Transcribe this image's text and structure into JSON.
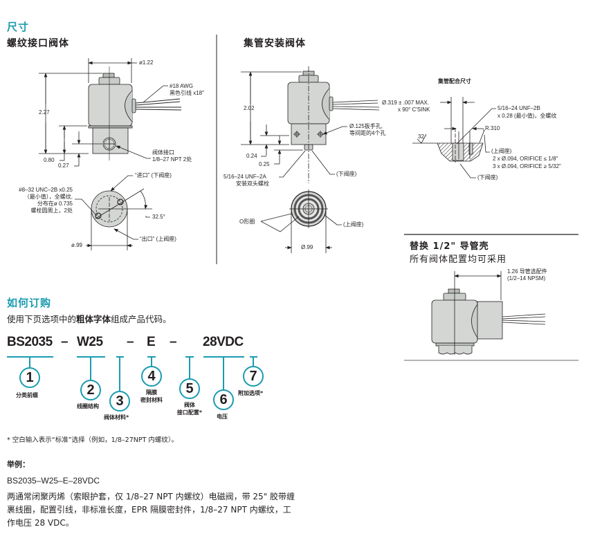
{
  "dimensions": {
    "section_title": "尺寸",
    "threaded": {
      "title": "螺纹接口阀体",
      "dia_top": "ø1.22",
      "wire_label_1": "#18 AWG",
      "wire_label_2": "黑色引线 x18\"",
      "height": "2.27",
      "dim_080": "0.80",
      "dim_027": "0.27",
      "port_label_1": "阀体接口",
      "port_label_2": "1/8–27 NPT 2处",
      "inlet_label": "“进口” (下阀座)",
      "outlet_label": "“出口” (上阀座)",
      "thread_note": [
        "#8–32 UNC–2B x0.25",
        "（最小值），全螺纹,",
        "分布在ø 0.735",
        "螺栓圆周上，2处"
      ],
      "angle": "32.5°",
      "dia_bottom": "ø.99"
    },
    "manifold": {
      "title": "集管安装阀体",
      "height": "2.02",
      "dim_024": "0.24",
      "dim_025": "0.25",
      "wrench_hole_1": "Ø.125扳手孔,",
      "wrench_hole_2": "等间距的4个孔",
      "stud_1": "5/16–24 UNF–2A",
      "stud_2": "安装双头螺栓",
      "lower_seat": "(下阀座)",
      "oring": "O形圈",
      "upper_seat": "(上阀座)",
      "dia_bottom": "Ø.99"
    },
    "mating": {
      "title": "集管配合尺寸",
      "csink_1": "Ø.319 ± .007 MAX.",
      "csink_2": "x 90° C'SINK",
      "thread_1": "5/16–24 UNF–2B",
      "thread_2": "x 0.28 (最小值)，全螺纹",
      "radius": "R.310",
      "finish": "32",
      "upper_seat": "(上阀座)",
      "orifice_1": "2 x Ø.094, ORIFICE ≤ 1/8\"",
      "orifice_2": "3 x Ø.094, ORIFICE ≥ 5/32\"",
      "lower_seat": "(下阀座)"
    },
    "conduit": {
      "title": "替换 1/2\" 导管壳",
      "subtitle": "所有阀体配置均可采用",
      "dim_1": "1.26 导管选配件",
      "dim_2": "(1/2–14 NPSM)"
    }
  },
  "ordering": {
    "section_title": "如何订购",
    "intro_pre": "使用下页选项中的",
    "intro_bold": "粗体字体",
    "intro_post": "组成产品代码。",
    "code_parts": [
      "BS2035",
      "–",
      "W25",
      "–",
      "E",
      "–",
      "28VDC"
    ],
    "accent_color": "#1a9bb0",
    "options": [
      {
        "num": "1",
        "label": "分类前缀"
      },
      {
        "num": "2",
        "label": "线圈结构"
      },
      {
        "num": "3",
        "label": "阀体材料*"
      },
      {
        "num": "4",
        "label_1": "隔膜",
        "label_2": "密封材料"
      },
      {
        "num": "5",
        "label_1": "阀体",
        "label_2": "接口配置*"
      },
      {
        "num": "6",
        "label": "电压"
      },
      {
        "num": "7",
        "label": "附加选项*"
      }
    ],
    "footnote": "* 空白输入表示“标准”选择（例如，1/8–27NPT 内螺纹）。",
    "example_title": "举例：",
    "example_code": "BS2035–W25–E–28VDC",
    "example_desc": [
      "两通常闭聚丙烯（索眼护套，仅 1/8–27  NPT 内螺纹）电磁阀，带 25\" 胶带缠",
      "裹线圈，配置引线，非标准长度，EPR 隔膜密封件，1/8–27  NPT 内螺纹，工",
      "作电压 28 VDC。"
    ]
  }
}
